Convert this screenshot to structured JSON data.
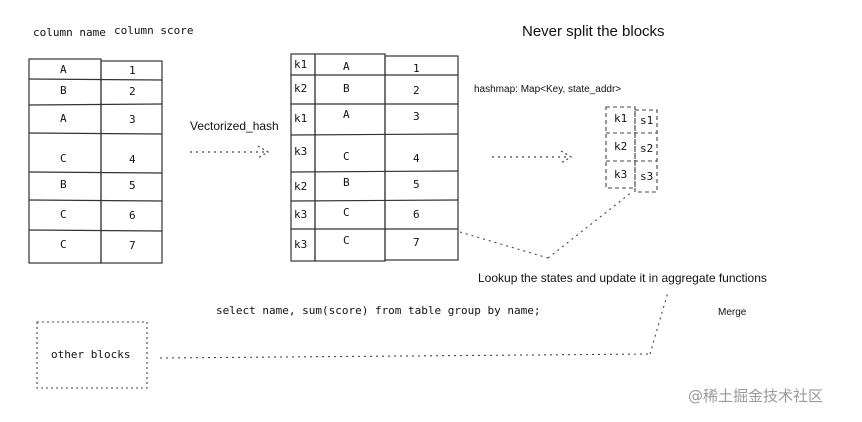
{
  "title": "Never split the blocks",
  "source_table": {
    "headers": [
      "column name",
      "column score"
    ],
    "rows": [
      {
        "name": "A",
        "score": "1"
      },
      {
        "name": "B",
        "score": "2"
      },
      {
        "name": "A",
        "score": "3"
      },
      {
        "name": "C",
        "score": "4"
      },
      {
        "name": "B",
        "score": "5"
      },
      {
        "name": "C",
        "score": "6"
      },
      {
        "name": "C",
        "score": "7"
      }
    ]
  },
  "vectorized_hash_label": "Vectorized_hash",
  "hashed_table": {
    "keys": [
      "k1",
      "k2",
      "k1",
      "k3",
      "k2",
      "k3",
      "k3"
    ],
    "names": [
      "A",
      "B",
      "A",
      "C",
      "B",
      "C",
      "C"
    ],
    "scores": [
      "1",
      "2",
      "3",
      "4",
      "5",
      "6",
      "7"
    ]
  },
  "hashmap_label": "hashmap:  Map<Key,  state_addr>",
  "hashmap": {
    "keys": [
      "k1",
      "k2",
      "k3"
    ],
    "states": [
      "s1",
      "s2",
      "s3"
    ]
  },
  "lookup_label": "Lookup the states and update it in aggregate functions",
  "sql_label": "select name, sum(score) from table group by name;",
  "merge_label": "Merge",
  "other_blocks_label": "other blocks",
  "watermark": "@稀土掘金技术社区",
  "colors": {
    "ink": "#111111",
    "line": "#333333",
    "watermark": "#9a9a9a"
  }
}
